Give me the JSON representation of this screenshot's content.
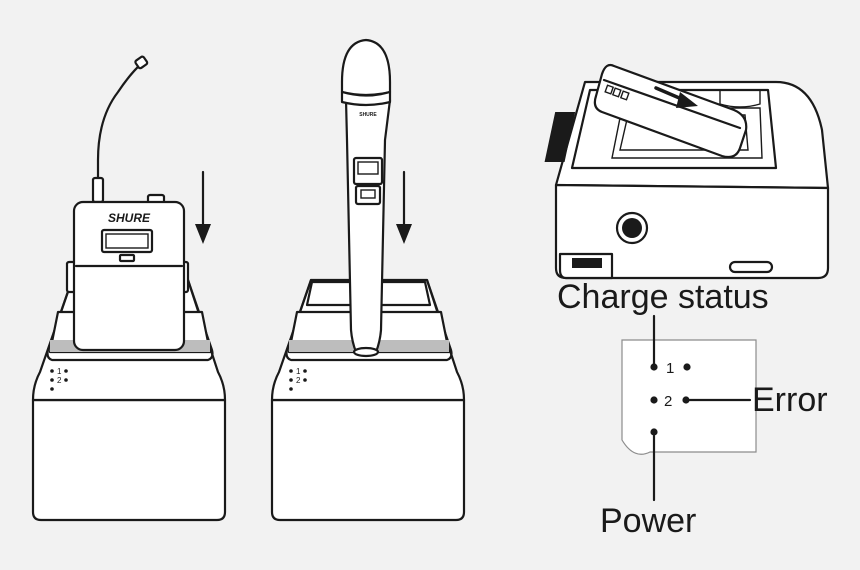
{
  "devices": {
    "bodypack": {
      "brand": "SHURE"
    },
    "handheld": {
      "brand": "SHURE"
    }
  },
  "indicator_panel": {
    "led_1": "1",
    "led_2": "2"
  },
  "bodypack_charger": {
    "led_1": "1",
    "led_2": "2"
  },
  "handheld_charger": {
    "led_1": "1",
    "led_2": "2"
  },
  "callouts": {
    "charge_status": "Charge status",
    "error": "Error",
    "power": "Power"
  }
}
